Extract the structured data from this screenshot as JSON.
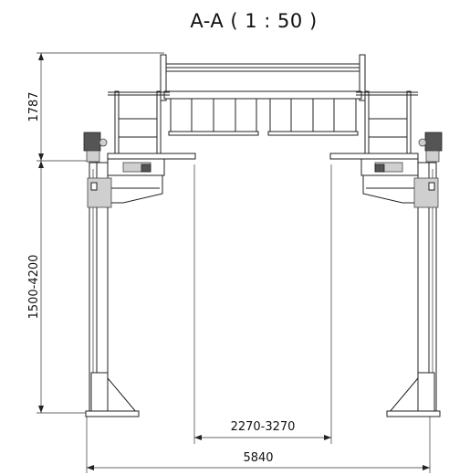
{
  "view_title": "A-A ( 1 : 50 )",
  "dimensions": {
    "upper_height": "1787",
    "column_height": "1500-4200",
    "inner_width": "2270-3270",
    "overall_width": "5840"
  }
}
